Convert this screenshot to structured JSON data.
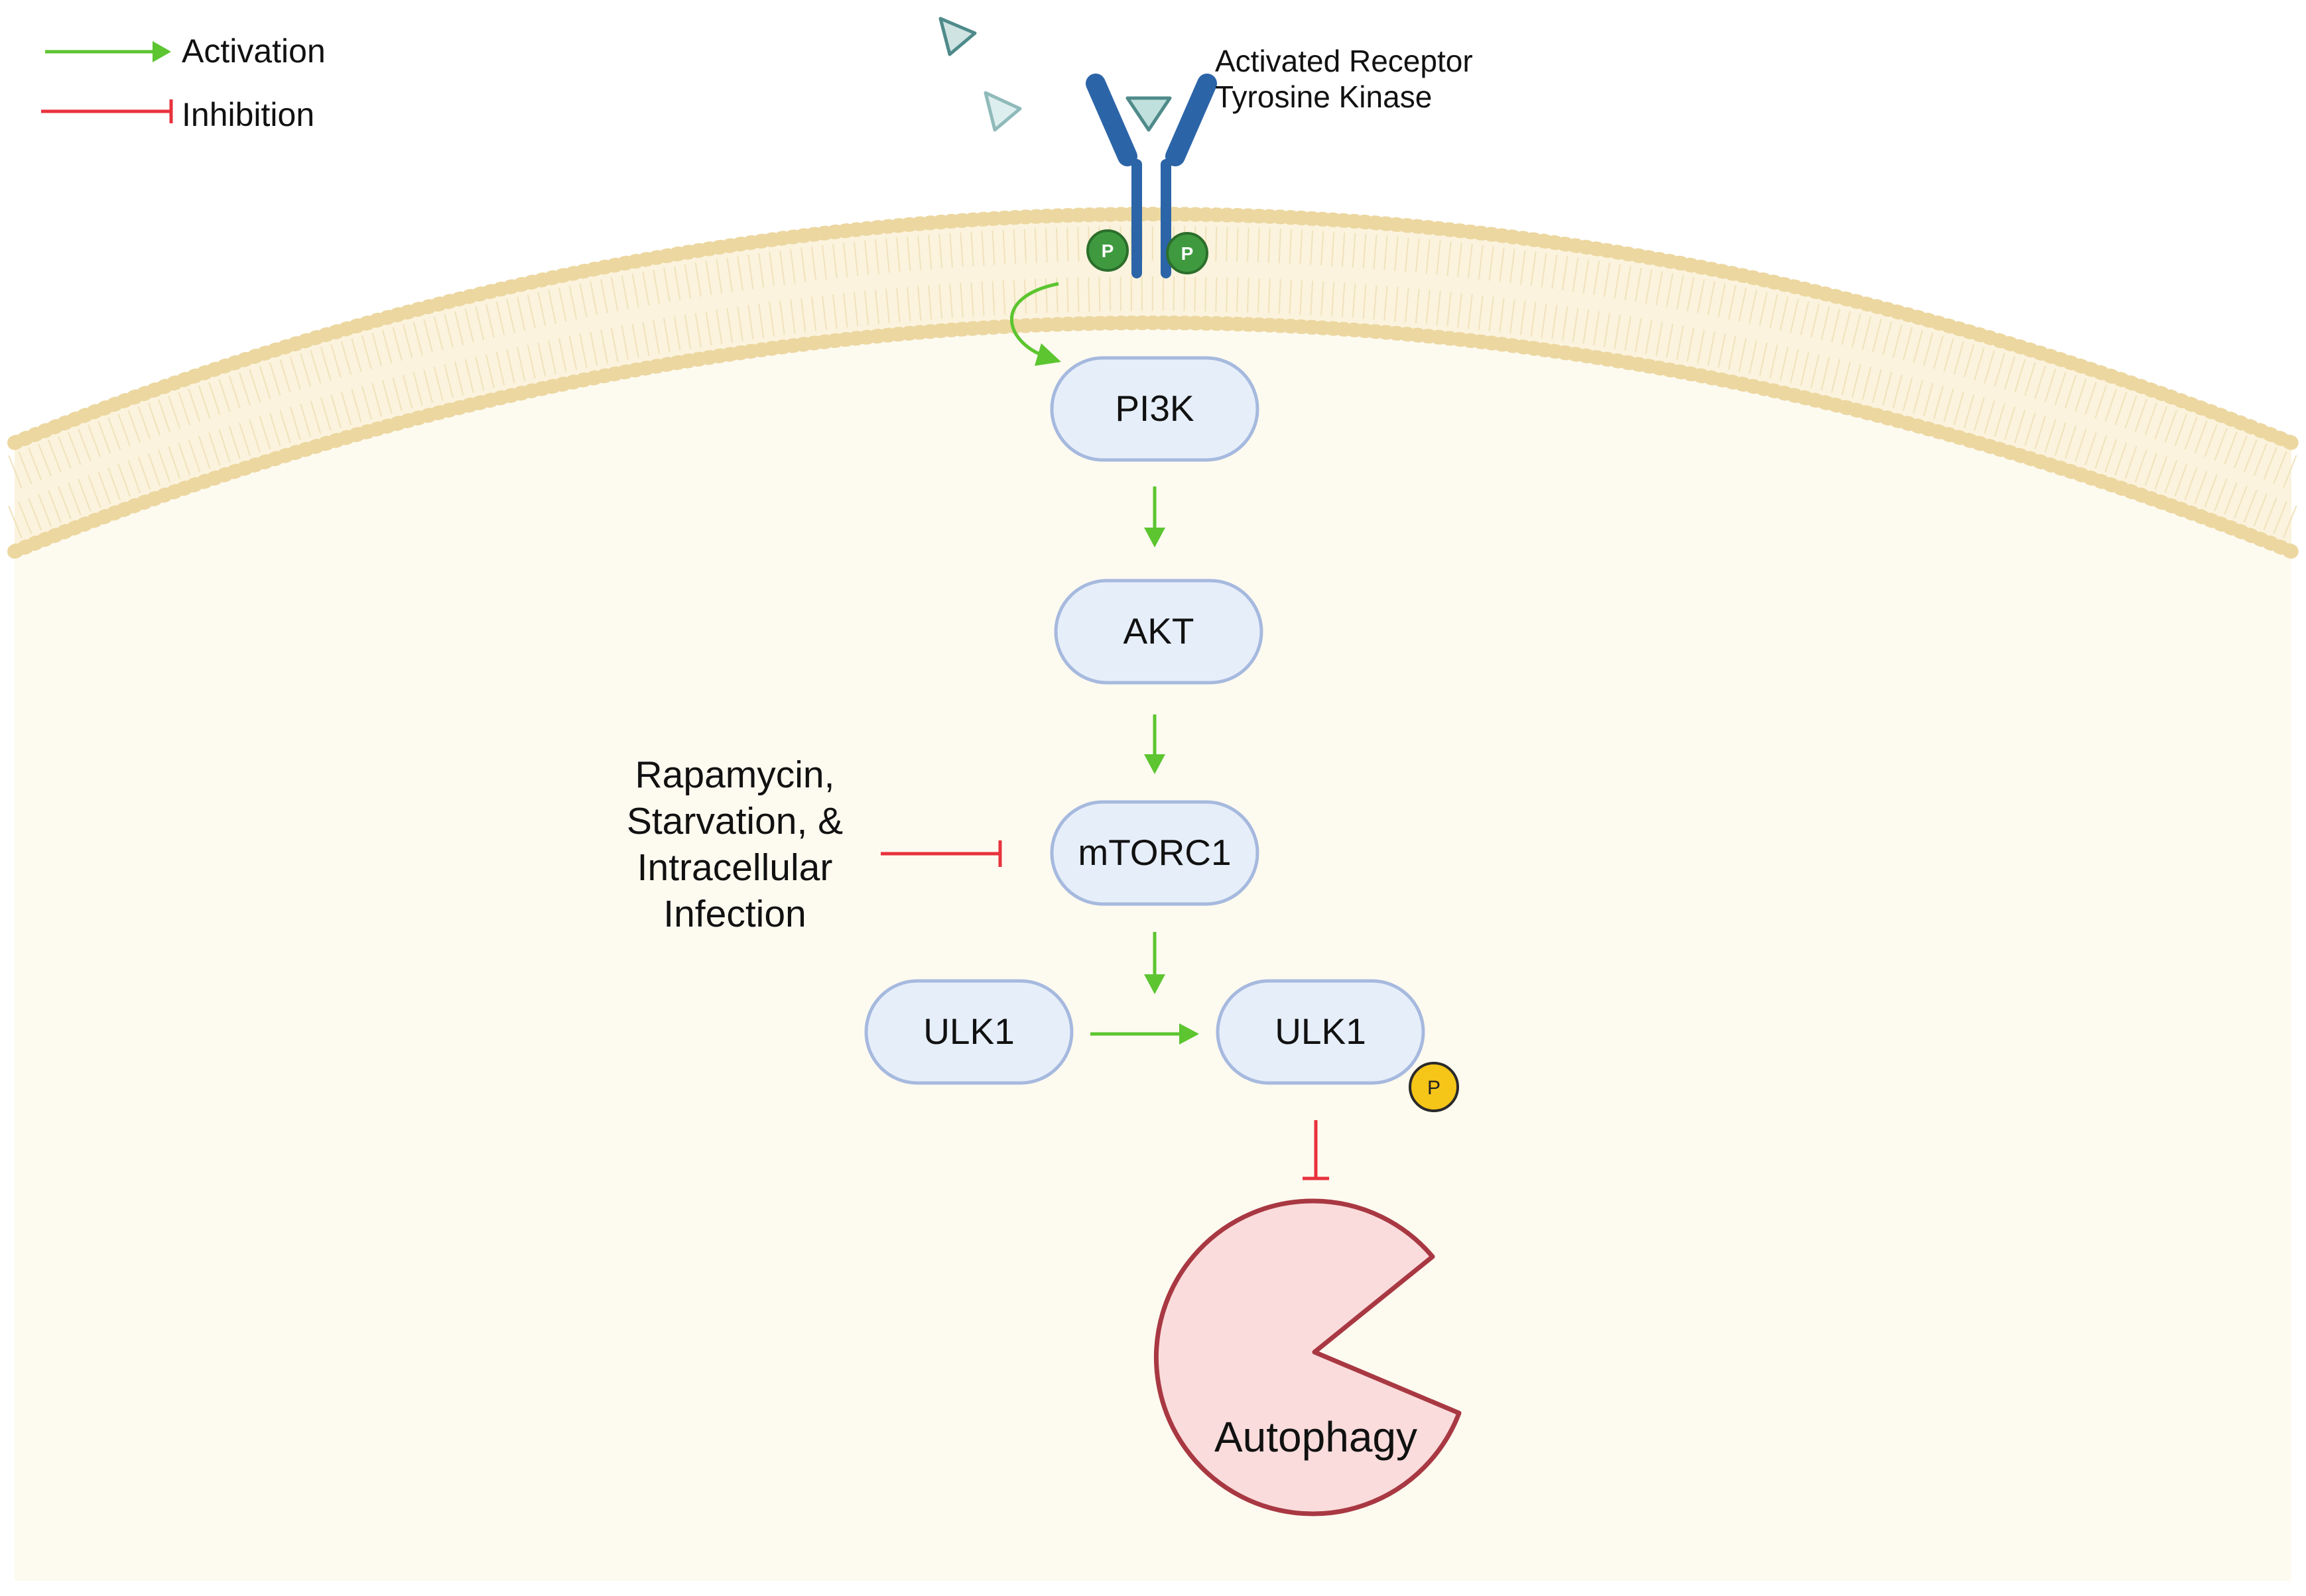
{
  "legend": {
    "activation_label": "Activation",
    "inhibition_label": "Inhibition"
  },
  "receptor": {
    "label_line1": "Activated Receptor",
    "label_line2": "Tyrosine Kinase",
    "phospho_left": "P",
    "phospho_right": "P"
  },
  "nodes": {
    "pi3k": "PI3K",
    "akt": "AKT",
    "mtorc1": "mTORC1",
    "ulk1_inactive": "ULK1",
    "ulk1_active": "ULK1",
    "ulk1_phospho": "P"
  },
  "inhibitors": {
    "line1": "Rapamycin,",
    "line2": "Starvation, &",
    "line3": "Intracellular",
    "line4": "Infection"
  },
  "outcome": {
    "label": "Autophagy"
  },
  "colors": {
    "activation": "#5cc530",
    "inhibition": "#e8323c",
    "node_fill": "#e6eefa",
    "node_stroke": "#a6b9de",
    "cytoplasm": "#fdfaf0",
    "membrane": "#ecd7a0",
    "receptor": "#2c64a8",
    "phospho_green": "#3f9a3f",
    "phospho_yellow": "#f5c518",
    "autophagy_fill": "#fadcdc",
    "autophagy_stroke": "#a83842",
    "ligand": "#cfe3e3"
  }
}
